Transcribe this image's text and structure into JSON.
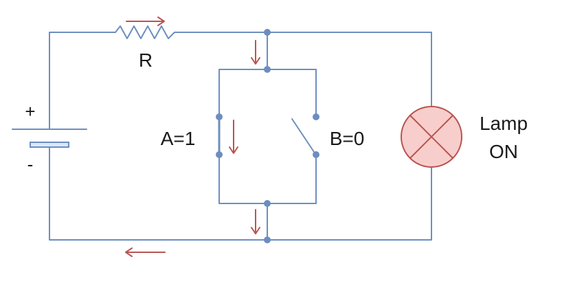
{
  "diagram": {
    "labels": {
      "resistor": "R",
      "battery_plus": "+",
      "battery_minus": "-",
      "switch_a": "A=1",
      "switch_b": "B=0",
      "lamp_line1": "Lamp",
      "lamp_line2": "ON"
    },
    "switches": [
      {
        "name": "A",
        "state": 1,
        "closed": true
      },
      {
        "name": "B",
        "state": 0,
        "closed": false
      }
    ],
    "lamp": {
      "state": "ON"
    },
    "colors": {
      "wire": "#6c8ebf",
      "current_arrow": "#b85450",
      "lamp_fill": "#f8cecc",
      "lamp_stroke": "#b85450",
      "battery_fill": "#dae8fc"
    }
  }
}
